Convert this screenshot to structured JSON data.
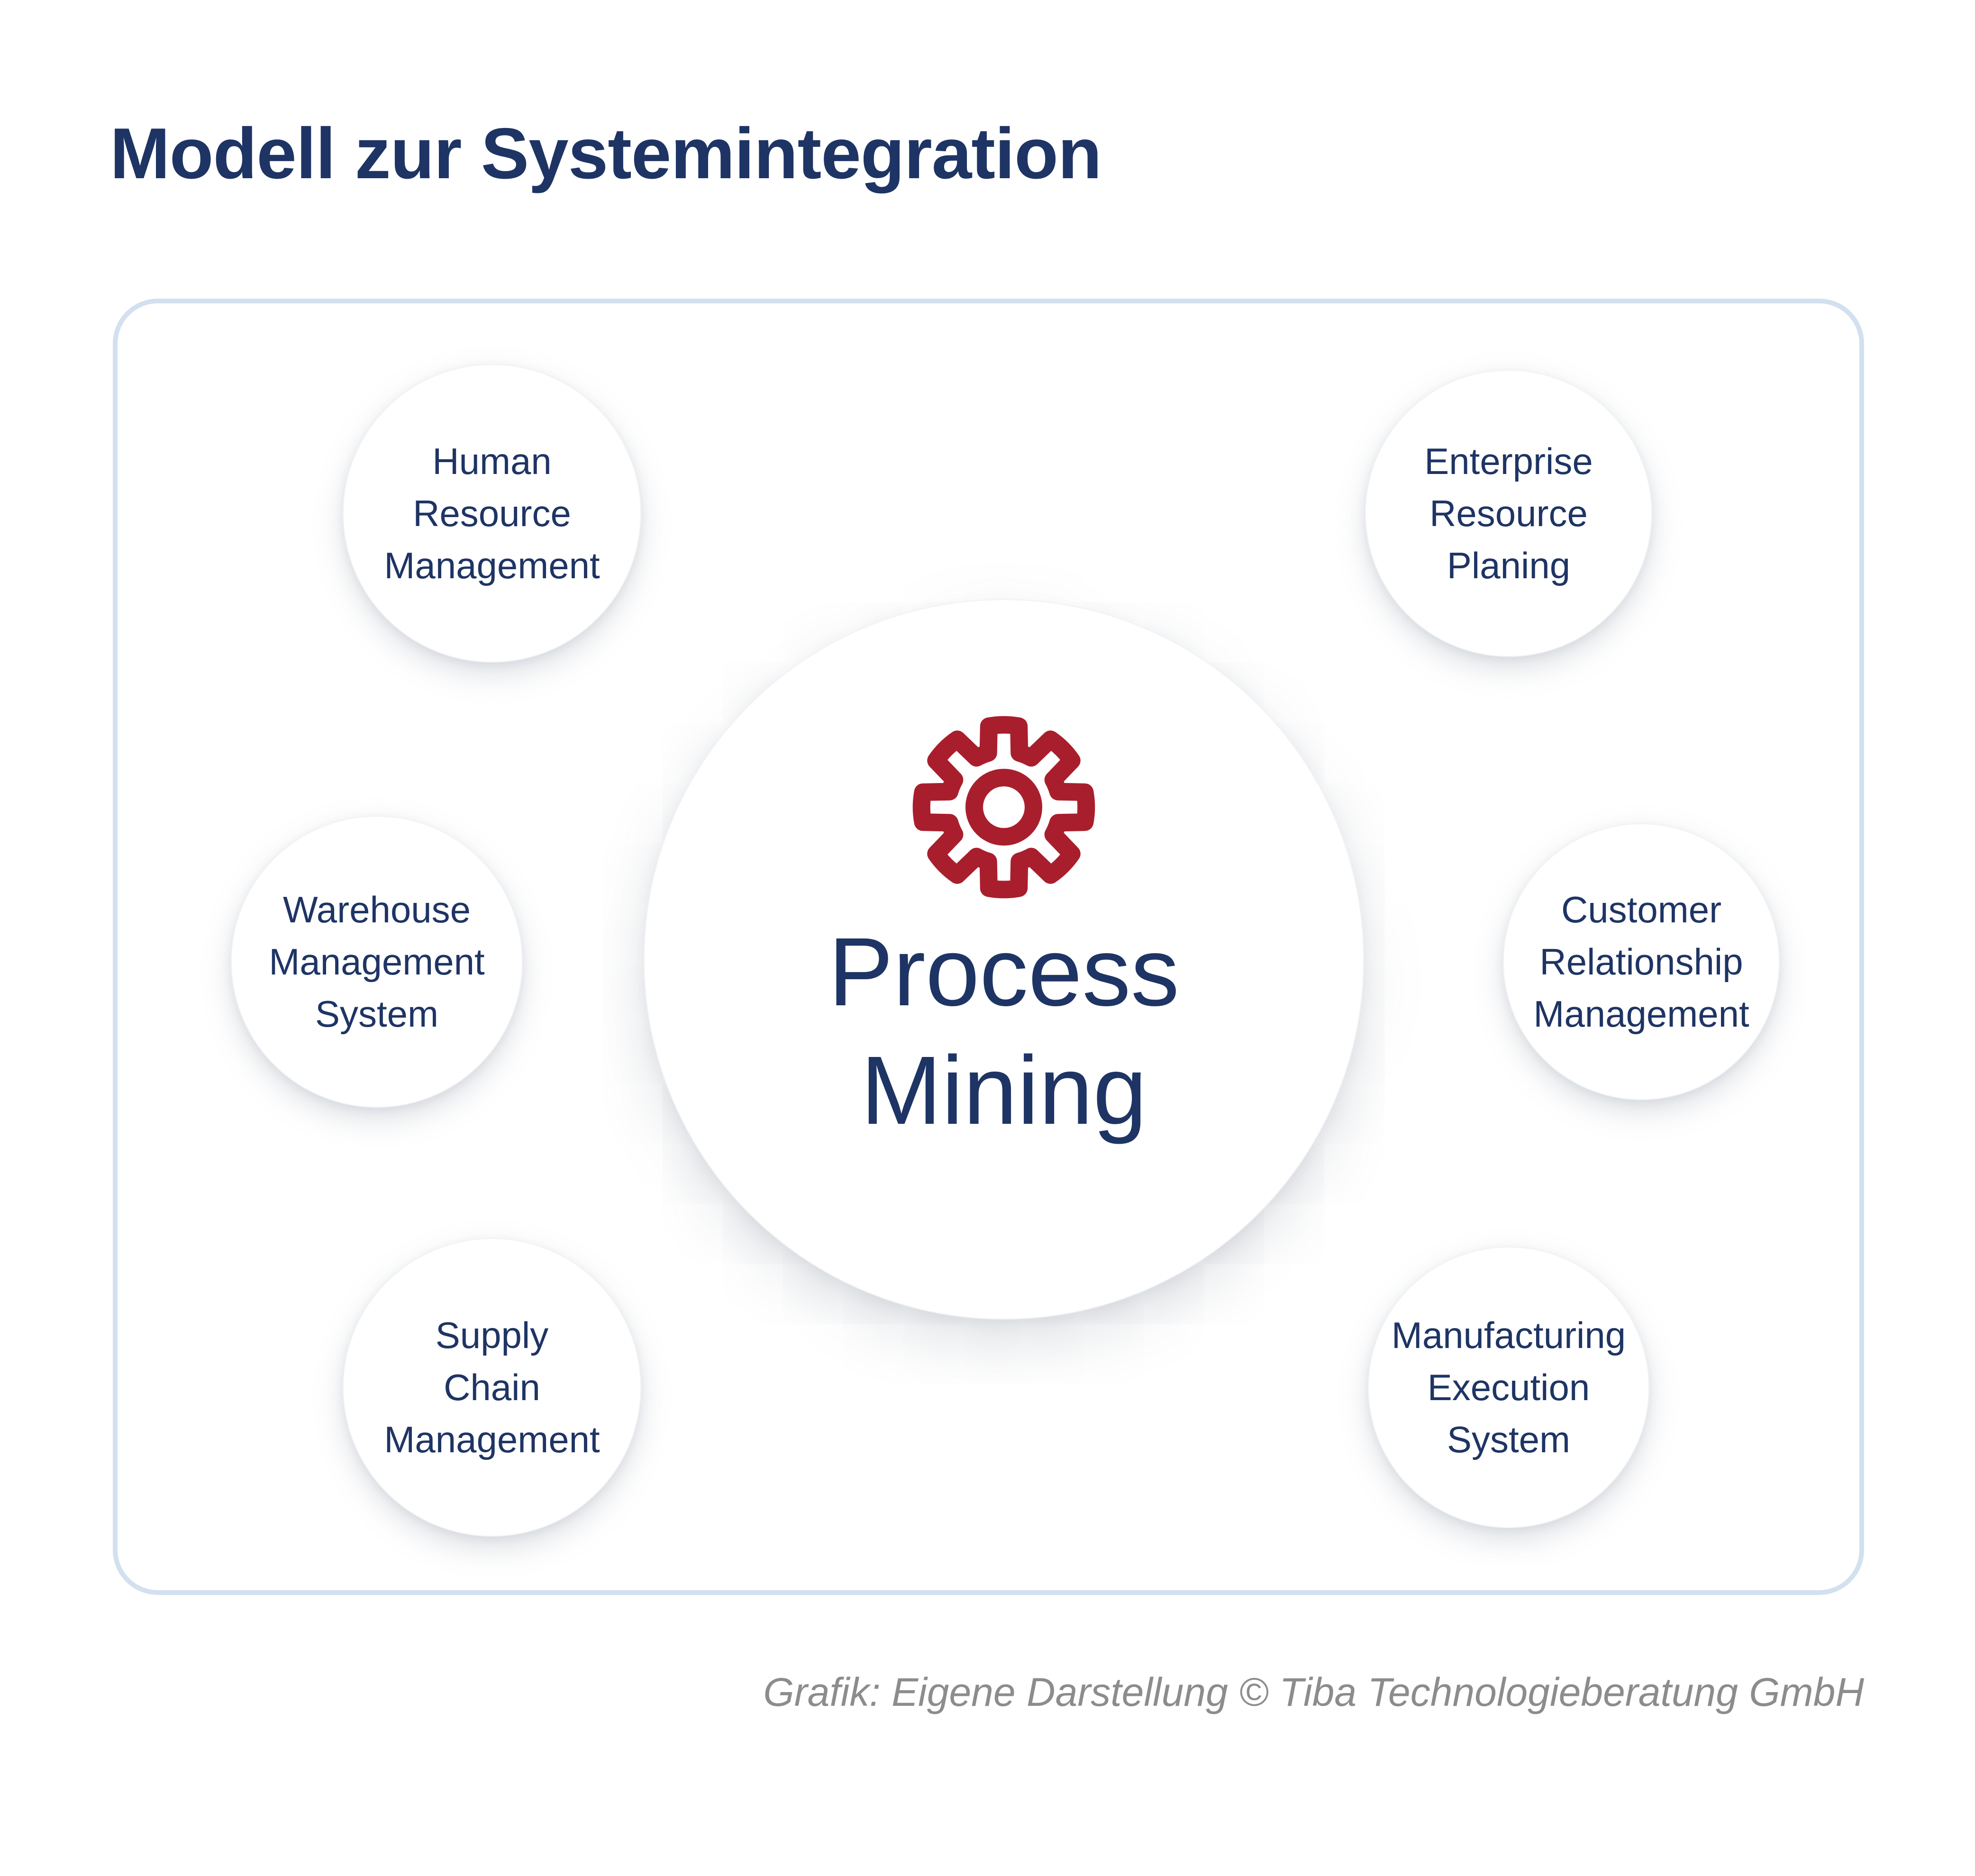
{
  "page": {
    "title": "Modell zur Systemintegration",
    "caption": "Grafik: Eigene Darstellung © Tiba Technologieberatung GmbH"
  },
  "colors": {
    "navy": "#1e3464",
    "red": "#a91e2d",
    "boxborder": "#d2e0ef",
    "gray": "#8c8c8c"
  },
  "center": {
    "icon": "gear-icon",
    "lines": [
      "Process",
      "Mining"
    ]
  },
  "satellites": [
    {
      "id": "human-resource-management",
      "lines": [
        "Human",
        "Resource",
        "Management"
      ]
    },
    {
      "id": "enterprise-resource-planing",
      "lines": [
        "Enterprise",
        "Resource",
        "Planing"
      ]
    },
    {
      "id": "warehouse-management-system",
      "lines": [
        "Warehouse",
        "Management",
        "System"
      ]
    },
    {
      "id": "customer-relationship-management",
      "lines": [
        "Customer",
        "Relationship",
        "Management"
      ]
    },
    {
      "id": "supply-chain-management",
      "lines": [
        "Supply",
        "Chain",
        "Management"
      ]
    },
    {
      "id": "manufacturing-execution-system",
      "lines": [
        "Manufacturing",
        "Execution",
        "System"
      ]
    }
  ]
}
